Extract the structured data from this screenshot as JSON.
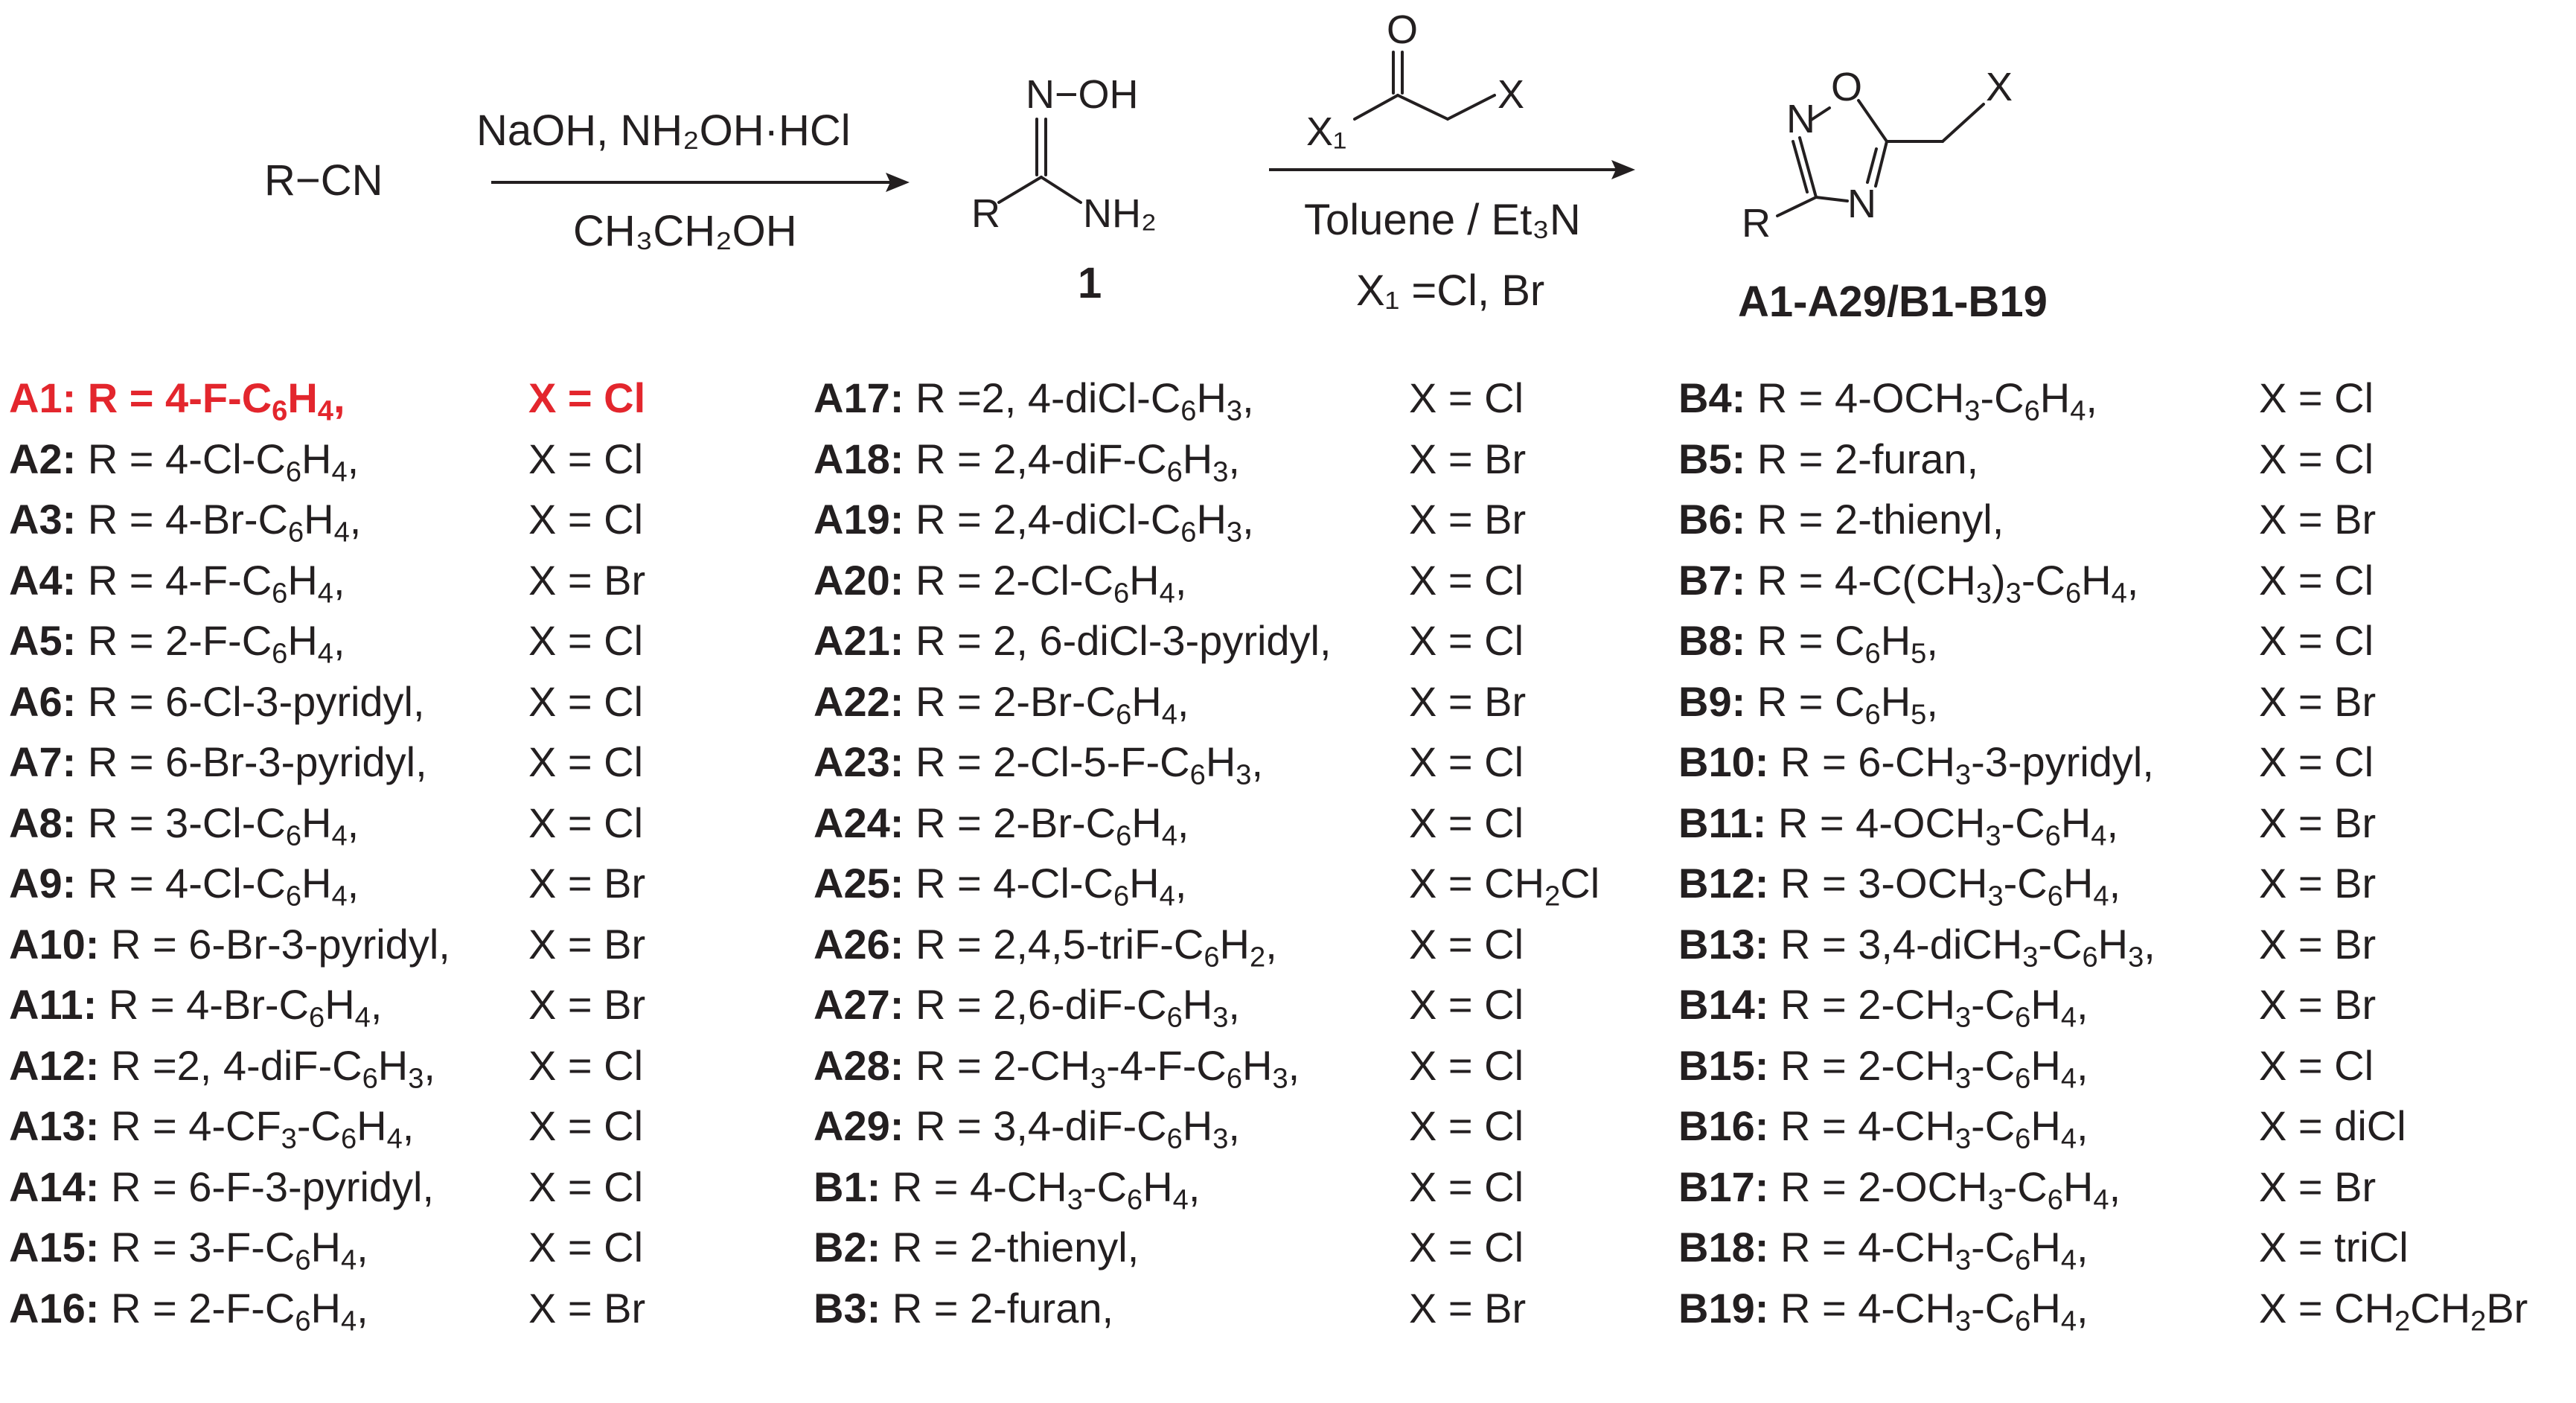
{
  "scheme": {
    "start": "R−CN",
    "step1_above": "NaOH, NH₂OH·HCl",
    "step1_below": "CH₃CH₂OH",
    "int_OH": "N−OH",
    "int_R": "R",
    "int_NH2": "NH₂",
    "int_label": "1",
    "reagent_O": "O",
    "reagent_X1": "X₁",
    "reagent_X": "X",
    "step2_below1": "Toluene / Et₃N",
    "step2_below2": "X₁ =Cl, Br",
    "prod_N": "N",
    "prod_O": "O",
    "prod_N2": "N",
    "prod_R": "R",
    "prod_X": "X",
    "prod_label": "A1-A29/B1-B19"
  },
  "entries": [
    {
      "label": "A1:",
      "r": "R = 4-F-C6H4,",
      "x": "X = Cl",
      "highlight": true
    },
    {
      "label": "A2:",
      "r": "R = 4-Cl-C6H4,",
      "x": "X = Cl"
    },
    {
      "label": "A3:",
      "r": "R = 4-Br-C6H4,",
      "x": "X = Cl"
    },
    {
      "label": "A4:",
      "r": "R = 4-F-C6H4,",
      "x": "X = Br"
    },
    {
      "label": "A5:",
      "r": "R = 2-F-C6H4,",
      "x": "X = Cl"
    },
    {
      "label": "A6:",
      "r": "R =  6-Cl-3-pyridyl,",
      "x": "X = Cl"
    },
    {
      "label": "A7:",
      "r": "R = 6-Br-3-pyridyl,",
      "x": "X = Cl"
    },
    {
      "label": "A8:",
      "r": "R = 3-Cl-C6H4,",
      "x": "X = Cl"
    },
    {
      "label": "A9:",
      "r": "R = 4-Cl-C6H4,",
      "x": "X = Br"
    },
    {
      "label": "A10:",
      "r": "R = 6-Br-3-pyridyl,",
      "x": "X = Br"
    },
    {
      "label": "A11:",
      "r": "R = 4-Br-C6H4,",
      "x": "X = Br"
    },
    {
      "label": "A12:",
      "r": "R =2, 4-diF-C6H3,",
      "x": "X = Cl"
    },
    {
      "label": "A13:",
      "r": "R = 4-CF3-C6H4,",
      "x": "X = Cl"
    },
    {
      "label": "A14:",
      "r": "R =  6-F-3-pyridyl,",
      "x": "X = Cl"
    },
    {
      "label": "A15:",
      "r": "R = 3-F-C6H4,",
      "x": "X = Cl"
    },
    {
      "label": "A16:",
      "r": "R = 2-F-C6H4,",
      "x": "X = Br"
    },
    {
      "label": "A17:",
      "r": "R =2, 4-diCl-C6H3,",
      "x": "X = Cl"
    },
    {
      "label": "A18:",
      "r": "R = 2,4-diF-C6H3,",
      "x": "X = Br"
    },
    {
      "label": "A19:",
      "r": "R = 2,4-diCl-C6H3,",
      "x": "X = Br"
    },
    {
      "label": "A20:",
      "r": "R = 2-Cl-C6H4,",
      "x": "X = Cl"
    },
    {
      "label": "A21:",
      "r": "R = 2, 6-diCl-3-pyridyl,",
      "x": "X = Cl"
    },
    {
      "label": "A22:",
      "r": "R = 2-Br-C6H4,",
      "x": "X = Br"
    },
    {
      "label": "A23:",
      "r": "R = 2-Cl-5-F-C6H3,",
      "x": "X = Cl"
    },
    {
      "label": "A24:",
      "r": "R = 2-Br-C6H4,",
      "x": "X = Cl"
    },
    {
      "label": "A25:",
      "r": "R = 4-Cl-C6H4,",
      "x": "X = CH2Cl"
    },
    {
      "label": "A26:",
      "r": "R = 2,4,5-triF-C6H2,",
      "x": "X = Cl"
    },
    {
      "label": "A27:",
      "r": "R = 2,6-diF-C6H3,",
      "x": "X = Cl"
    },
    {
      "label": "A28:",
      "r": "R = 2-CH3-4-F-C6H3,",
      "x": "X = Cl"
    },
    {
      "label": "A29:",
      "r": "R = 3,4-diF-C6H3,",
      "x": "X = Cl"
    },
    {
      "label": "B1:",
      "r": "R = 4-CH3-C6H4,",
      "x": "X = Cl"
    },
    {
      "label": "B2:",
      "r": "R = 2-thienyl,",
      "x": "X = Cl"
    },
    {
      "label": "B3:",
      "r": "R = 2-furan,",
      "x": "X = Br"
    },
    {
      "label": "B4:",
      "r": "R = 4-OCH3-C6H4,",
      "x": "X = Cl"
    },
    {
      "label": "B5:",
      "r": "R = 2-furan,",
      "x": "X = Cl"
    },
    {
      "label": "B6:",
      "r": "R = 2-thienyl,",
      "x": "X = Br"
    },
    {
      "label": "B7:",
      "r": "R = 4-C(CH3)3-C6H4,",
      "x": "X = Cl"
    },
    {
      "label": "B8:",
      "r": "R = C6H5,",
      "x": "X = Cl"
    },
    {
      "label": "B9:",
      "r": "R = C6H5,",
      "x": "X = Br"
    },
    {
      "label": "B10:",
      "r": "R =  6-CH3-3-pyridyl,",
      "x": "X = Cl"
    },
    {
      "label": "B11:",
      "r": "R = 4-OCH3-C6H4,",
      "x": "X = Br"
    },
    {
      "label": "B12:",
      "r": "R = 3-OCH3-C6H4,",
      "x": "X = Br"
    },
    {
      "label": "B13:",
      "r": "R = 3,4-diCH3-C6H3,",
      "x": "X = Br"
    },
    {
      "label": "B14:",
      "r": "R = 2-CH3-C6H4,",
      "x": "X = Br"
    },
    {
      "label": "B15:",
      "r": "R = 2-CH3-C6H4,",
      "x": "X = Cl"
    },
    {
      "label": "B16:",
      "r": "R = 4-CH3-C6H4,",
      "x": "X = diCl"
    },
    {
      "label": "B17:",
      "r": "R = 2-OCH3-C6H4,",
      "x": "X = Br"
    },
    {
      "label": "B18:",
      "r": "R = 4-CH3-C6H4,",
      "x": "X = triCl"
    },
    {
      "label": "B19:",
      "r": "R = 4-CH3-C6H4,",
      "x": "X = CH2CH2Br"
    }
  ],
  "colors": {
    "text": "#231f20",
    "highlight": "#e3262d"
  }
}
